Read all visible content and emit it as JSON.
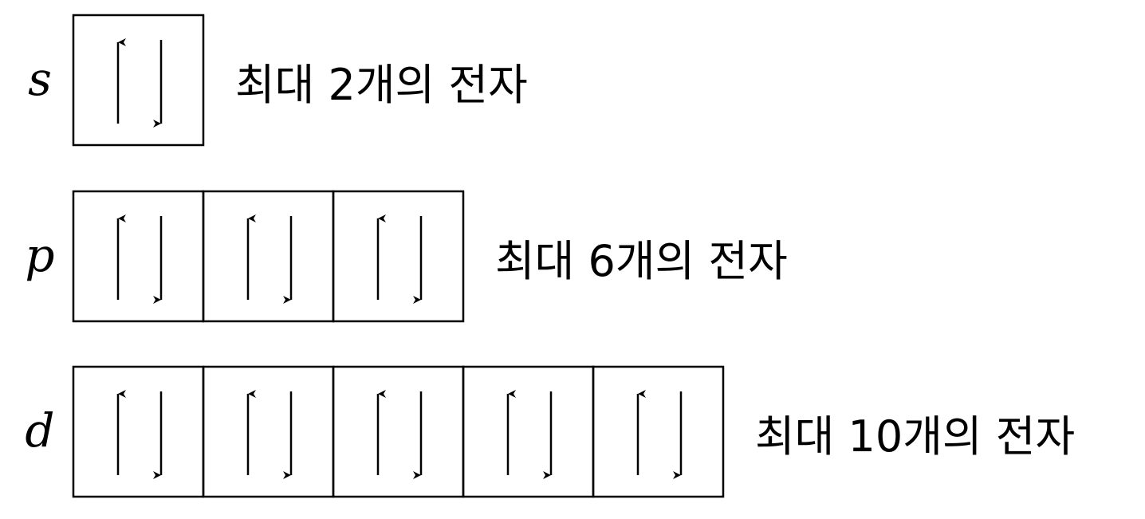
{
  "title": "Orbital electron capacity",
  "rows": [
    {
      "orbital": "s",
      "boxes": 1,
      "caption": "최대 2개의 전자"
    },
    {
      "orbital": "p",
      "boxes": 3,
      "caption": "최대 6개의 전자"
    },
    {
      "orbital": "d",
      "boxes": 5,
      "caption": "최대 10개의 전자"
    }
  ],
  "colors": {
    "stroke": "#000000",
    "background": "#ffffff"
  }
}
